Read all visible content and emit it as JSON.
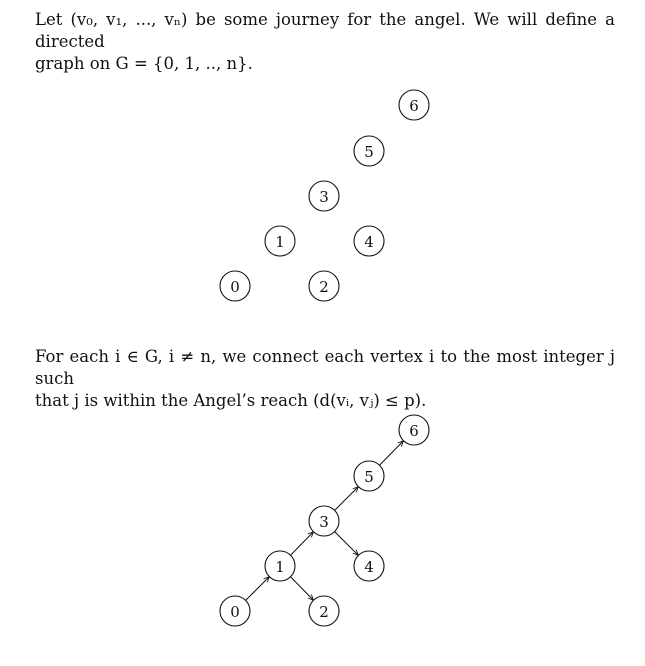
{
  "paragraph1": {
    "line1": "Let (v₀, v₁, ..., vₙ) be some journey for the angel. We will define a directed",
    "line2": "graph on G = {0, 1, .., n}."
  },
  "paragraph2": {
    "line1": "For each i ∈ G, i ≠ n, we connect each vertex i to the most integer j such",
    "line2": "that j is within the Angel’s reach (d(vᵢ, vⱼ) ≤ p)."
  },
  "graph_without_edges": {
    "nodes": [
      "0",
      "1",
      "2",
      "3",
      "4",
      "5",
      "6"
    ]
  },
  "graph_with_edges": {
    "nodes": [
      "0",
      "1",
      "2",
      "3",
      "4",
      "5",
      "6"
    ],
    "edges": [
      [
        "0",
        "1"
      ],
      [
        "1",
        "2"
      ],
      [
        "1",
        "3"
      ],
      [
        "3",
        "4"
      ],
      [
        "3",
        "5"
      ],
      [
        "5",
        "6"
      ]
    ]
  }
}
